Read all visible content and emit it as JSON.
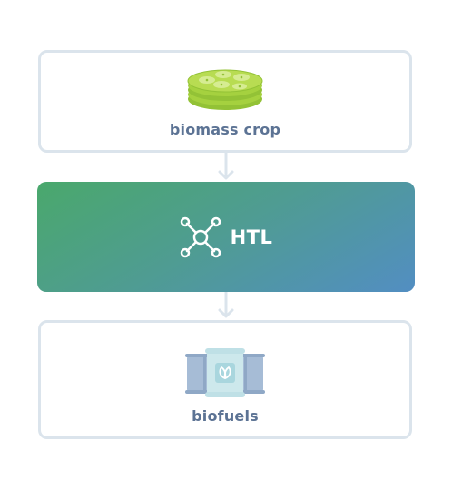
{
  "diagram": {
    "stages": [
      {
        "label": "biomass crop",
        "icon": "algae-stack-icon"
      },
      {
        "label": "HTL",
        "icon": "molecule-network-icon"
      },
      {
        "label": "biofuels",
        "icon": "fuel-barrel-icon"
      }
    ],
    "colors": {
      "box_border": "#dbe4ec",
      "label_text": "#5c7394",
      "htl_gradient_start": "#4aa86c",
      "htl_gradient_end": "#528ec2",
      "arrow": "#dbe4ec",
      "algae_green": "#a5d13f",
      "barrel_blue": "#a6bcd6",
      "barrel_teal": "#cde8ec"
    }
  }
}
